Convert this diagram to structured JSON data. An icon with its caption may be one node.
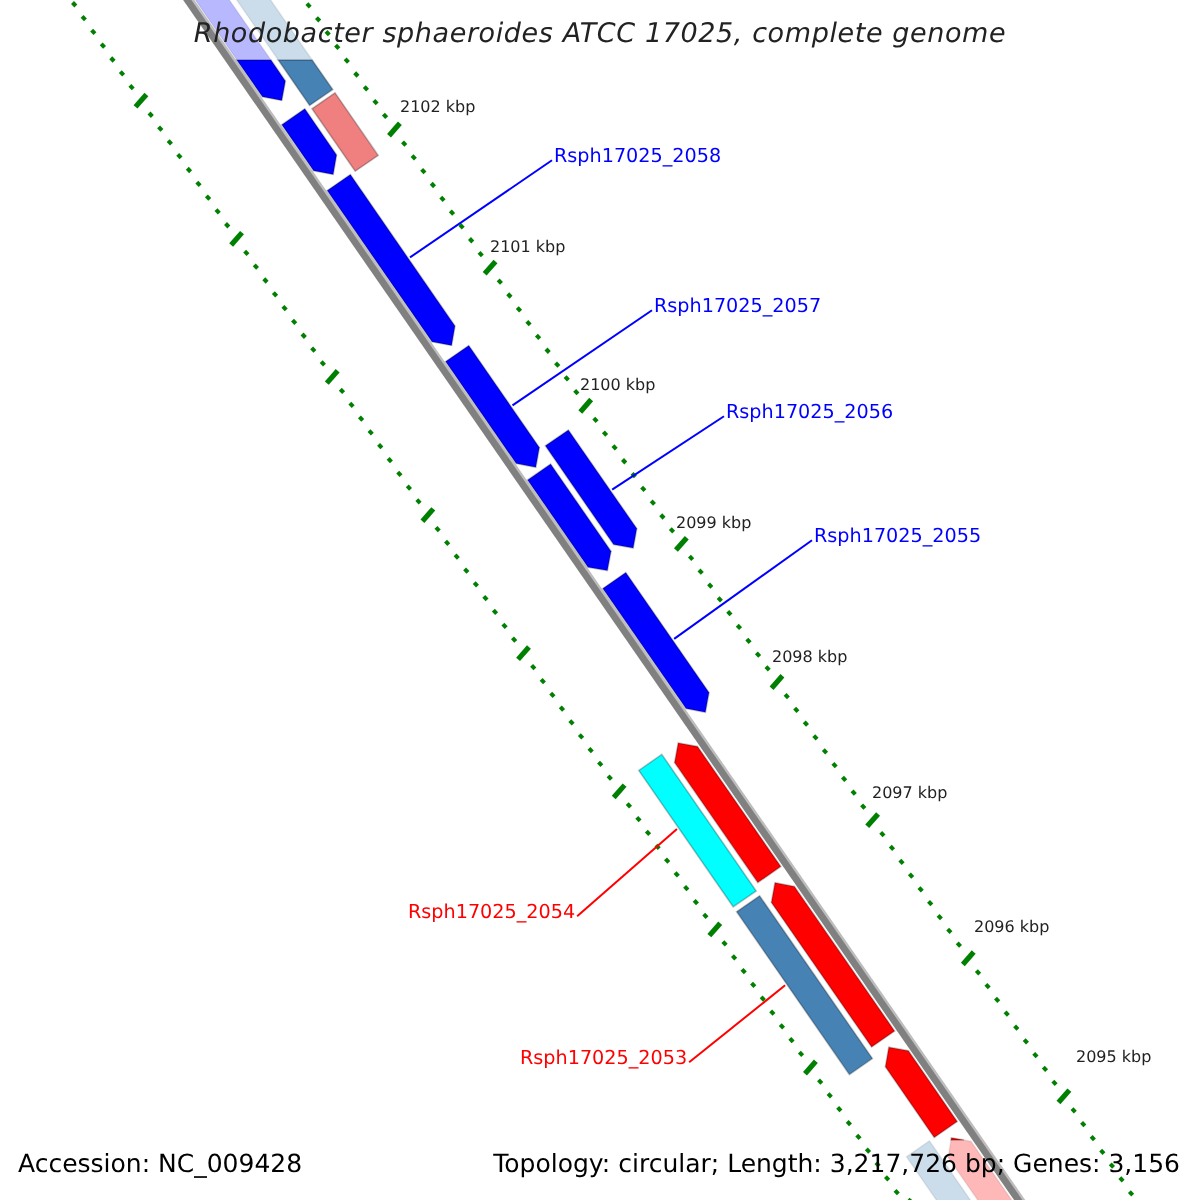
{
  "diagram": {
    "title": "Rhodobacter sphaeroides ATCC 17025, complete genome",
    "nodes": [
      {
        "text": [],
        "shape": "arrow"
      },
      {
        "text": [],
        "shape": "bar"
      },
      {
        "text": [],
        "shape": "bar"
      },
      {
        "text": [],
        "shape": "arrow"
      },
      {
        "text": [
          "Rsph17025_2058"
        ]
      },
      {
        "text": [],
        "shape": "arrow"
      },
      {
        "text": [
          "Rsph17025_2057"
        ]
      },
      {
        "text": [],
        "shape": "arrow"
      },
      {
        "text": [
          "Rsph17025_2056"
        ]
      },
      {
        "text": [],
        "shape": "arrow"
      },
      {
        "text": [],
        "shape": "arrow"
      },
      {
        "text": [
          "Rsph17025_2055"
        ]
      },
      {
        "text": [],
        "shape": "arrow"
      },
      {
        "text": [],
        "shape": "arrow"
      },
      {
        "text": [],
        "shape": "bar"
      },
      {
        "text": [
          "Rsph17025_2054"
        ]
      },
      {
        "text": [],
        "shape": "arrow"
      },
      {
        "text": [],
        "shape": "bar"
      },
      {
        "text": [
          "Rsph17025_2053"
        ]
      },
      {
        "text": [],
        "shape": "arrow"
      },
      {
        "text": [],
        "shape": "bar"
      },
      {
        "text": [],
        "shape": "arrow"
      }
    ],
    "edges": [
      {
        "from": 4,
        "to": 5,
        "arrow": "none"
      },
      {
        "from": 6,
        "to": 7,
        "arrow": "none"
      },
      {
        "from": 8,
        "to": 9,
        "arrow": "none"
      },
      {
        "from": 11,
        "to": 12,
        "arrow": "none"
      },
      {
        "from": 15,
        "to": 14,
        "arrow": "none",
        "color": "#ff0000"
      },
      {
        "from": 18,
        "to": 17,
        "arrow": "none",
        "color": "#ff0000"
      }
    ],
    "labels": [
      "2102 kbp",
      "2101 kbp",
      "2100 kbp",
      "2099 kbp",
      "2098 kbp",
      "2097 kbp",
      "2096 kbp",
      "2095 kbp",
      "Accession: NC_009428",
      "Topology: circular; Length: 3,217,726 bp; Genes: 3,156"
    ]
  }
}
